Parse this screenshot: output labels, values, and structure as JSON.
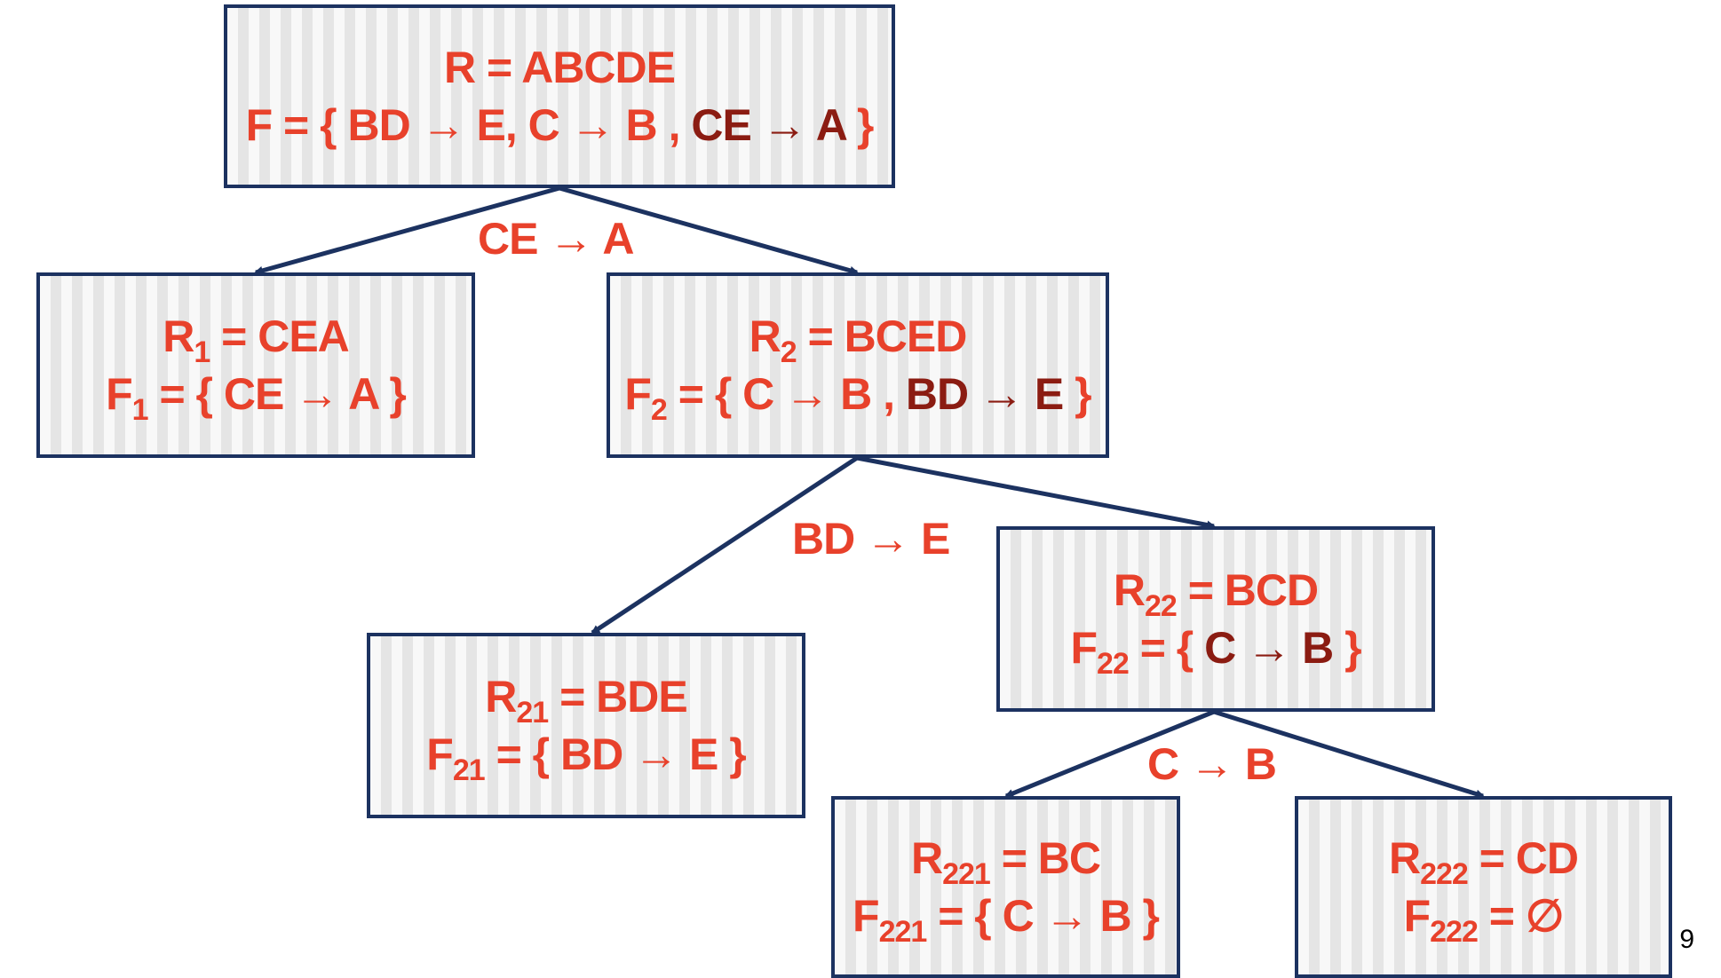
{
  "nodes": {
    "root": {
      "r_text": "R = ABCDE",
      "f_prefix": "F = {",
      "fd1": "BD → E,",
      "fd2": "C → B",
      "comma": ",",
      "fd3": "CE → A",
      "f_suffix": "}"
    },
    "r1": {
      "r_name": "R",
      "r_sub": "1",
      "r_rest": " = CEA",
      "f_name": "F",
      "f_sub": "1",
      "f_rest": " = { CE → A }"
    },
    "r2": {
      "r_name": "R",
      "r_sub": "2",
      "r_rest": " = BCED",
      "f_name": "F",
      "f_sub": "2",
      "f_prefix": " = { C → B ,",
      "fd_dark": "BD → E",
      "f_suffix": "}"
    },
    "r21": {
      "r_name": "R",
      "r_sub": "21",
      "r_rest": " = BDE",
      "f_name": "F",
      "f_sub": "21",
      "f_rest": " = { BD → E }"
    },
    "r22": {
      "r_name": "R",
      "r_sub": "22",
      "r_rest": " = BCD",
      "f_name": "F",
      "f_sub": "22",
      "f_prefix": " = {",
      "fd_dark": "C → B",
      "f_suffix": "}"
    },
    "r221": {
      "r_name": "R",
      "r_sub": "221",
      "r_rest": " = BC",
      "f_name": "F",
      "f_sub": "221",
      "f_rest": " = { C → B }"
    },
    "r222": {
      "r_name": "R",
      "r_sub": "222",
      "r_rest": " = CD",
      "f_name": "F",
      "f_sub": "222",
      "f_rest": " = ∅"
    }
  },
  "edge_labels": {
    "root_split": "CE → A",
    "r2_split": "BD → E",
    "r22_split": "C → B"
  },
  "page_number": "9",
  "colors": {
    "text_red": "#e8412b",
    "text_dark_red": "#8b1c12",
    "border_navy": "#1c3260"
  }
}
